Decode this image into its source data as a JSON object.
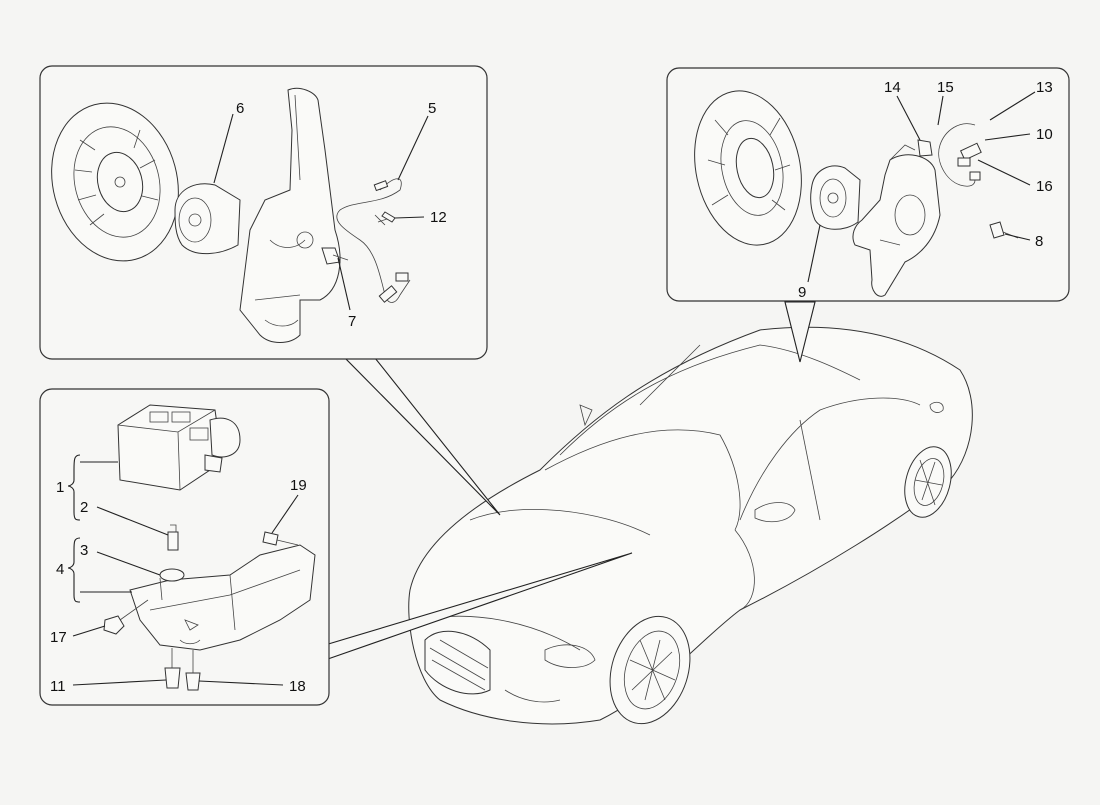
{
  "callouts": {
    "front_hub_panel": {
      "c6": "6",
      "c5": "5",
      "c12": "12",
      "c7": "7"
    },
    "rear_hub_panel": {
      "c14": "14",
      "c15": "15",
      "c13": "13",
      "c10": "10",
      "c16": "16",
      "c8": "8",
      "c9": "9"
    },
    "abs_panel": {
      "c1": "1",
      "c2": "2",
      "c3": "3",
      "c4": "4",
      "c17": "17",
      "c11": "11",
      "c18": "18",
      "c19": "19"
    }
  }
}
